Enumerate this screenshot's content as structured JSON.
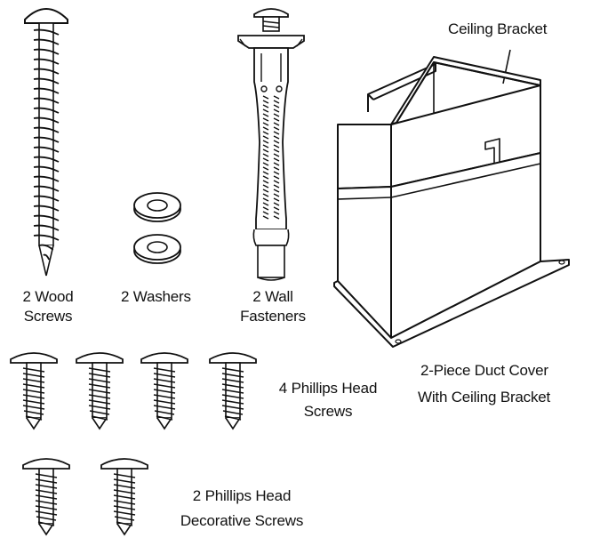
{
  "colors": {
    "ink": "#111111",
    "paper": "#ffffff",
    "shade": "#dddddd"
  },
  "labels": {
    "ceiling_bracket": "Ceiling Bracket",
    "wood_screws_1": "2 Wood",
    "wood_screws_2": "Screws",
    "washers": "2 Washers",
    "wall_fasteners_1": "2 Wall",
    "wall_fasteners_2": "Fasteners",
    "duct_cover_1": "2-Piece Duct Cover",
    "duct_cover_2": "With Ceiling Bracket",
    "phillips_screws_1": "4 Phillips Head",
    "phillips_screws_2": "Screws",
    "decorative_screws_1": "2 Phillips Head",
    "decorative_screws_2": "Decorative Screws"
  },
  "icons": {
    "wood_screw": "wood-screw-icon",
    "washer": "washer-icon",
    "wall_fastener": "wall-fastener-icon",
    "duct_cover": "duct-cover-icon",
    "phillips_screw": "phillips-screw-icon"
  }
}
